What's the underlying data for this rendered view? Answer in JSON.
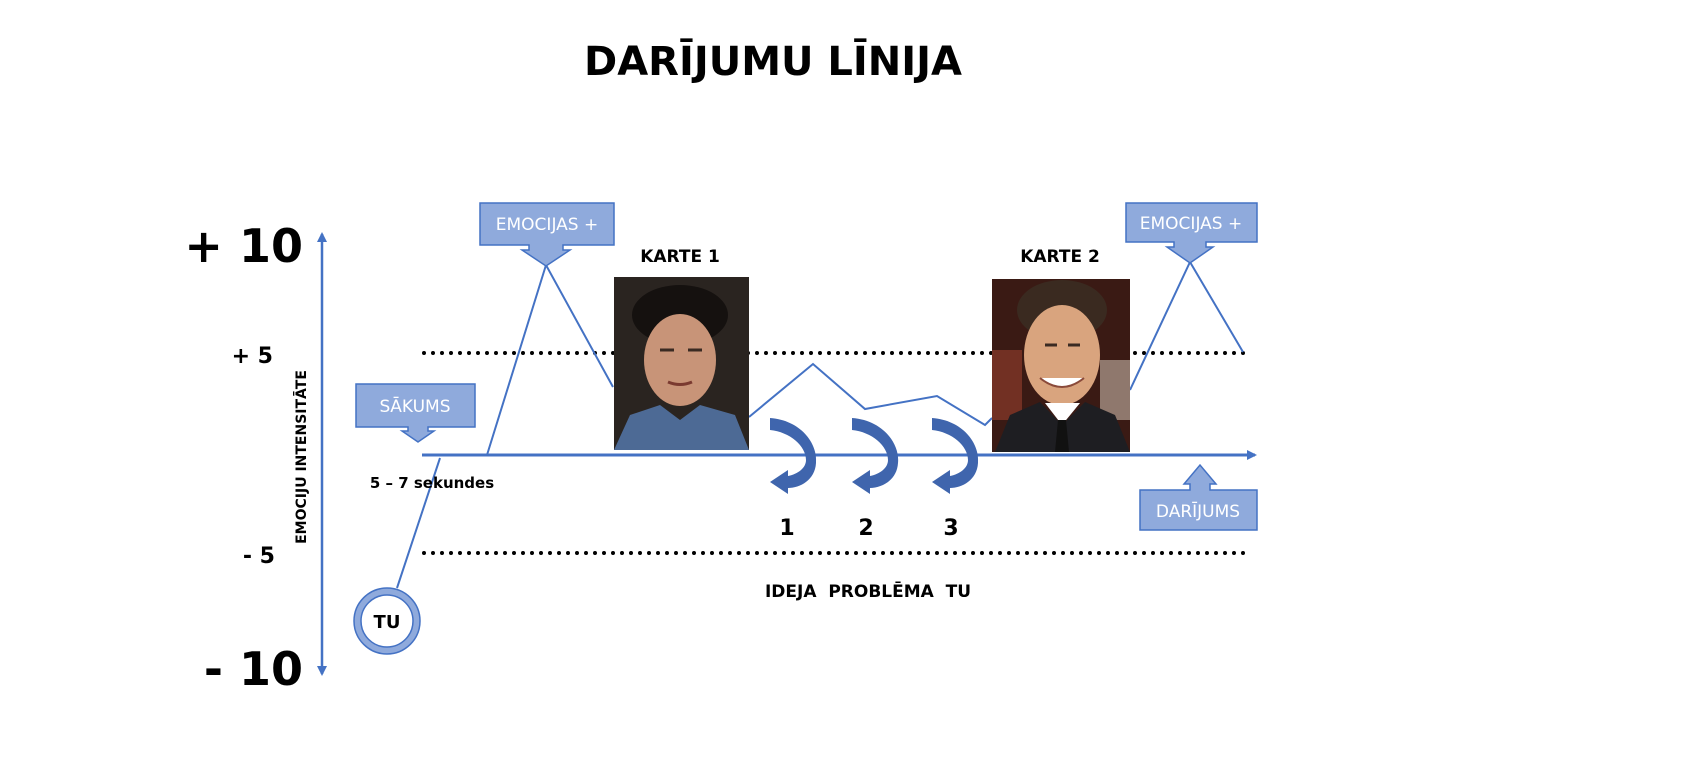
{
  "title": "DARĪJUMU LĪNIJA",
  "y_axis": {
    "label": "EMOCIJU INTENSITĀTE",
    "ticks": [
      "+ 10",
      "+ 5",
      "- 5",
      "- 10"
    ]
  },
  "boxes": {
    "start": "SĀKUMS",
    "emotions_1": "EMOCIJAS +",
    "emotions_2": "EMOCIJAS +",
    "deal": "DARĪJUMS"
  },
  "cards": {
    "card1": "KARTE 1",
    "card2": "KARTE 2"
  },
  "duration": "5 – 7 sekundes",
  "you_circle": "TU",
  "steps": [
    "1",
    "2",
    "3"
  ],
  "steps_caption": "IDEJA  PROBLĒMA  TU",
  "colors": {
    "line": "#4472C4",
    "box_fill": "#8FAADC",
    "box_border": "#4472C4",
    "arrow": "#4068B0"
  }
}
